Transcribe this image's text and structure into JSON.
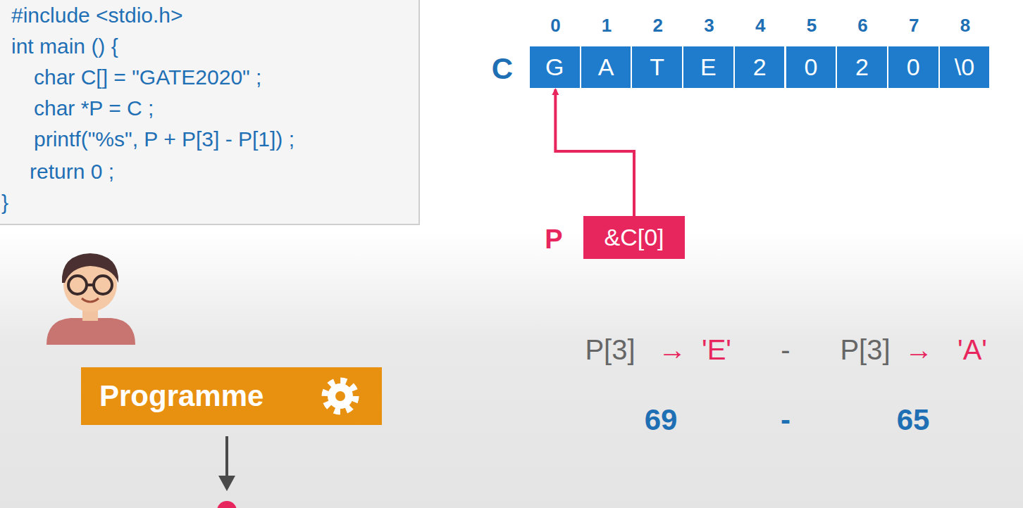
{
  "diagram": {
    "nodes": [
      {
        "text": [
          "#include <stdio.h>",
          "int main () {",
          "char C[] = \"GATE2020\" ;",
          "char *P = C ;",
          "printf(\"%s\", P + P[3] - P[1]) ;",
          "return 0 ;",
          "}"
        ]
      },
      {
        "text": [
          "G"
        ]
      },
      {
        "text": [
          "A"
        ]
      },
      {
        "text": [
          "T"
        ]
      },
      {
        "text": [
          "E"
        ]
      },
      {
        "text": [
          "2"
        ]
      },
      {
        "text": [
          "0"
        ]
      },
      {
        "text": [
          "2"
        ]
      },
      {
        "text": [
          "0"
        ]
      },
      {
        "text": [
          "\\0"
        ]
      },
      {
        "text": [
          "&C[0]"
        ]
      },
      {
        "text": [
          "Programme"
        ]
      }
    ],
    "edges": [
      {
        "from": 10,
        "to": 1,
        "arrow": "to"
      }
    ],
    "labels": [
      "0",
      "1",
      "2",
      "3",
      "4",
      "5",
      "6",
      "7",
      "8",
      "C",
      "P",
      "P[3]",
      "→",
      "'E'",
      "-",
      "P[3]",
      "→",
      "'A'",
      "69",
      "-",
      "65"
    ]
  }
}
